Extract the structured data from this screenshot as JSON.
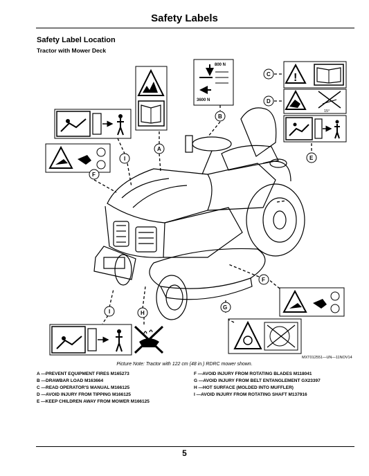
{
  "header": {
    "title": "Safety Labels"
  },
  "section": {
    "heading": "Safety Label Location",
    "subheading": "Tractor with Mower Deck"
  },
  "figure": {
    "force_top": "800 N",
    "force_bottom": "3600 N",
    "tip_angle": "15°",
    "figure_id": "MXT012551—UN—11NOV14",
    "note": "Picture Note: Tractor with 122 cm (48 in.) RDRC mower shown.",
    "callouts": [
      "A",
      "B",
      "C",
      "D",
      "E",
      "F",
      "G",
      "H",
      "I"
    ]
  },
  "legend": {
    "left": [
      "A —PREVENT EQUIPMENT FIRES M165273",
      "B —DRAWBAR LOAD M163664",
      "C —READ OPERATOR'S MANUAL M166125",
      "D —AVOID INJURY FROM TIPPING M166125",
      "E —KEEP CHILDREN AWAY FROM MOWER M166125"
    ],
    "right": [
      "F —AVOID INJURY FROM ROTATING BLADES M118041",
      "G —AVOID INJURY FROM BELT ENTANGLEMENT GX23397",
      "H —HOT SURFACE (MOLDED INTO MUFFLER)",
      "I —AVOID INJURY FROM ROTATING SHAFT M137916"
    ]
  },
  "footer": {
    "page_number": "5"
  }
}
